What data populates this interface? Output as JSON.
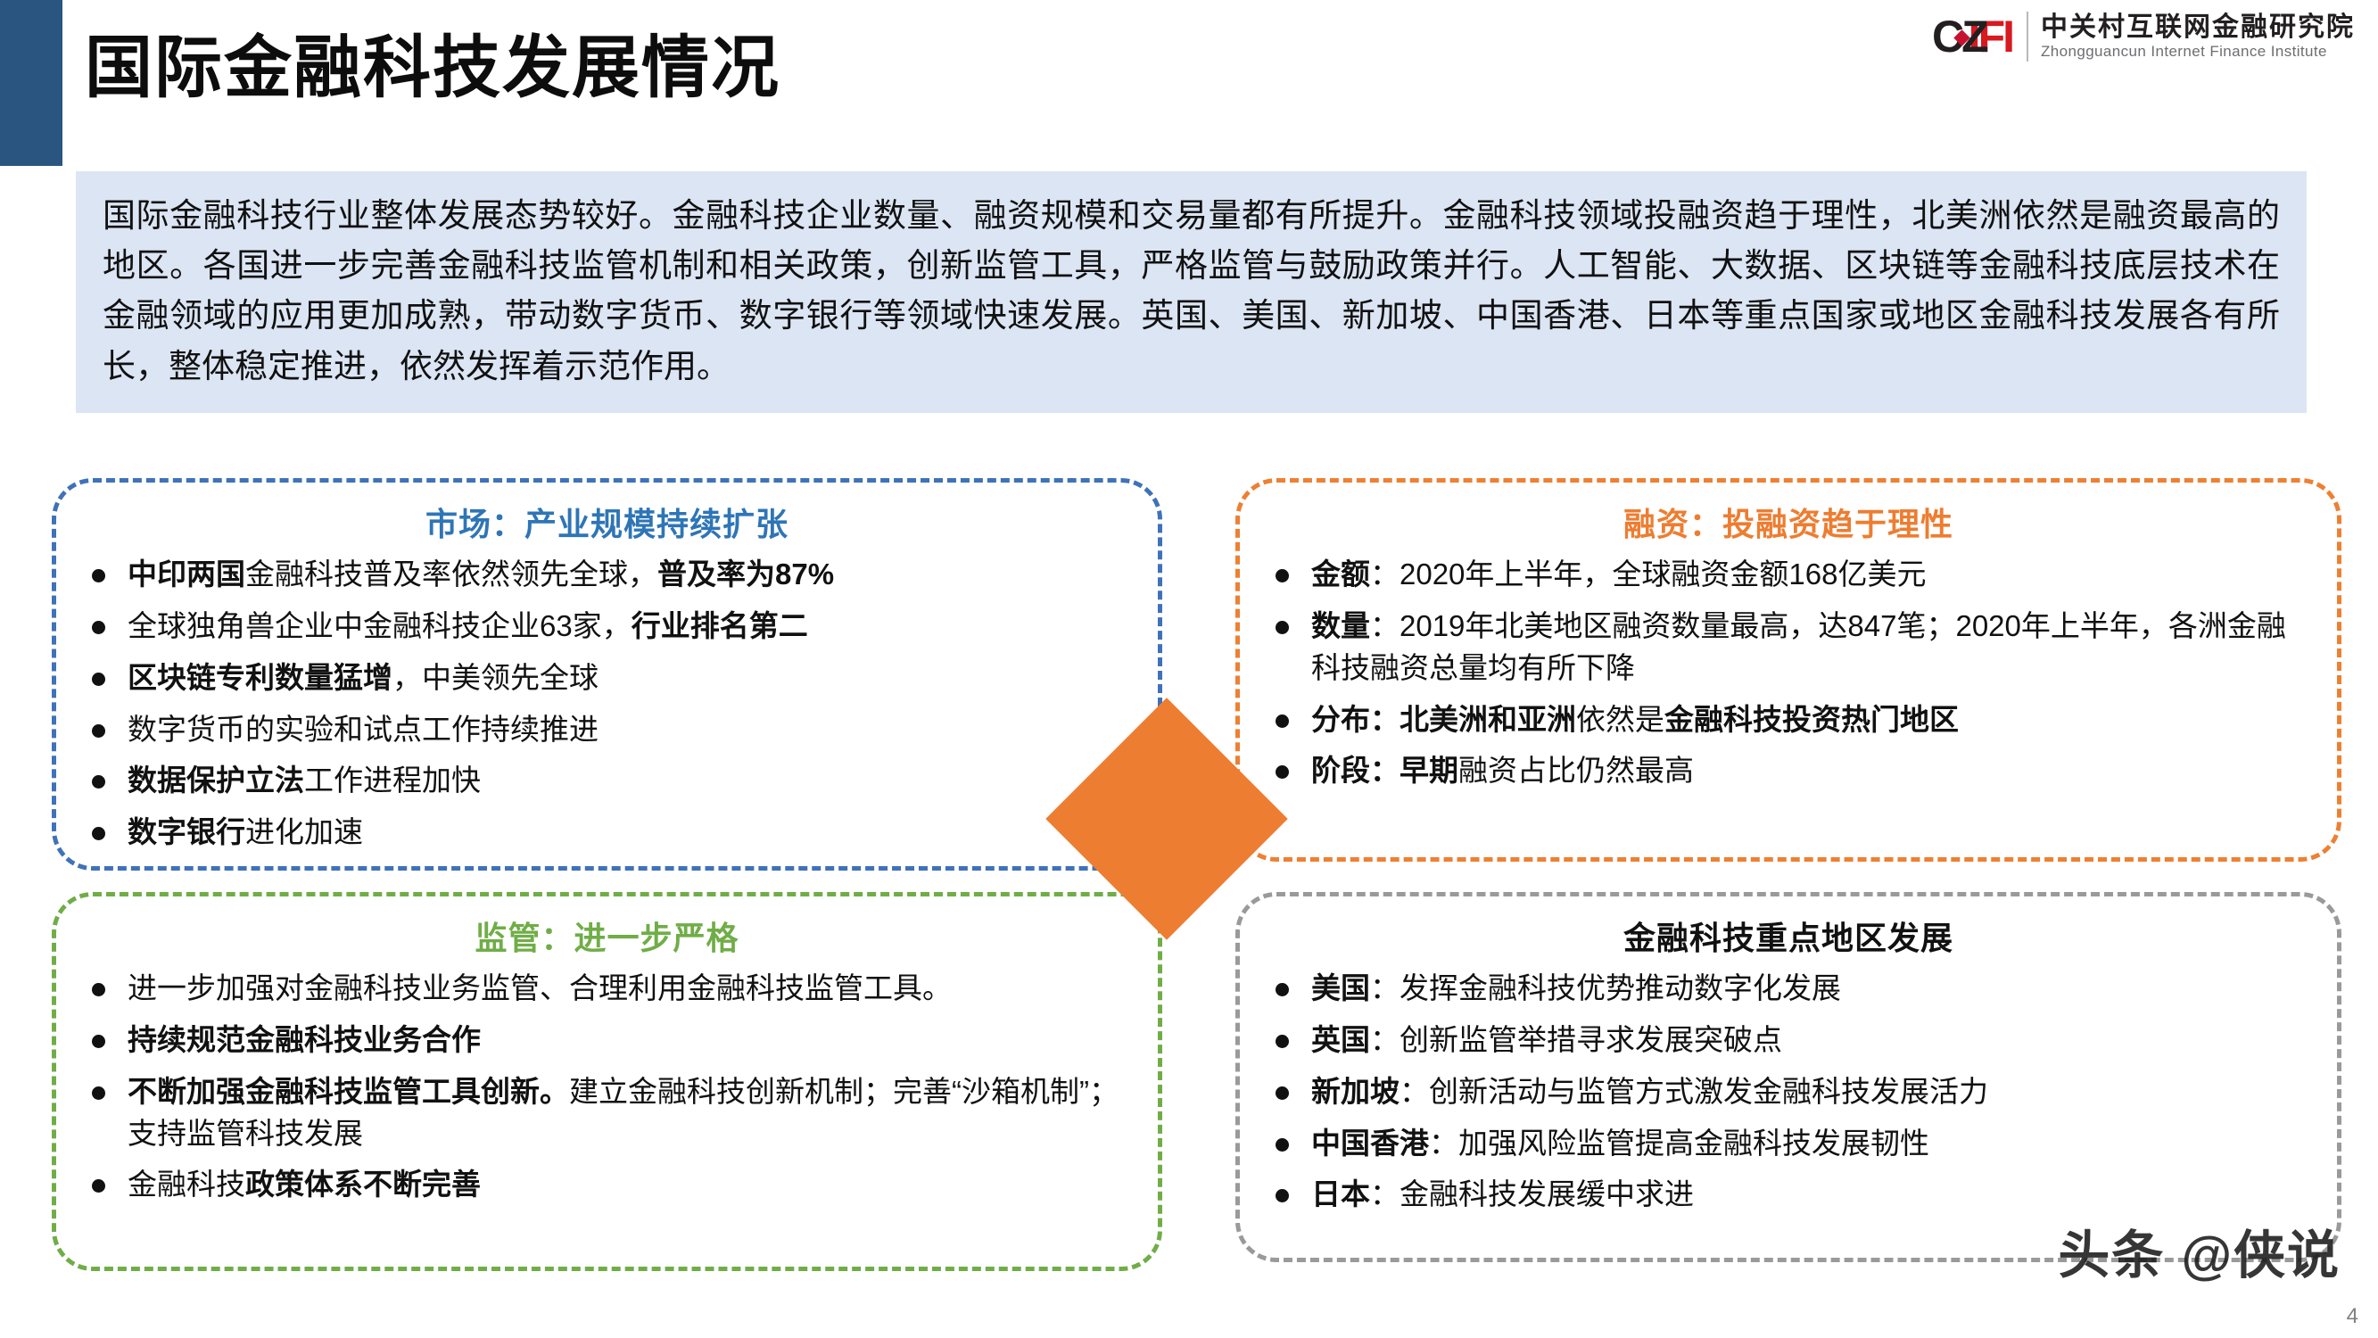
{
  "header": {
    "title": "国际金融科技发展情况",
    "accent_color": "#2a5580"
  },
  "logo": {
    "mark_cz": "CZ",
    "mark_ifi": "IFI",
    "chinese_name": "中关村互联网金融研究院",
    "english_name": "Zhongguancun Internet Finance Institute",
    "mark_dark_color": "#231f20",
    "mark_red_color": "#d71920"
  },
  "intro": {
    "text": "国际金融科技行业整体发展态势较好。金融科技企业数量、融资规模和交易量都有所提升。金融科技领域投融资趋于理性，北美洲依然是融资最高的地区。各国进一步完善金融科技监管机制和相关政策，创新监管工具，严格监管与鼓励政策并行。人工智能、大数据、区块链等金融科技底层技术在金融领域的应用更加成熟，带动数字货币、数字银行等领域快速发展。英国、美国、新加坡、中国香港、日本等重点国家或地区金融科技发展各有所长，整体稳定推进，依然发挥着示范作用。",
    "background_color": "#dce5f3"
  },
  "boxes": {
    "market": {
      "title": "市场：产业规模持续扩张",
      "accent_color": "#2e75b6",
      "bullets": [
        {
          "bold_lead": "中印两国",
          "normal": "金融科技普及率依然领先全球，",
          "bold_tail": "普及率为87%"
        },
        {
          "bold_lead": "",
          "normal": "全球独角兽企业中金融科技企业63家，",
          "bold_tail": "行业排名第二"
        },
        {
          "bold_lead": "区块链专利数量猛增",
          "normal": "，中美领先全球",
          "bold_tail": ""
        },
        {
          "bold_lead": "",
          "normal": "数字货币的实验和试点工作持续推进",
          "bold_tail": ""
        },
        {
          "bold_lead": "数据保护立法",
          "normal": "工作进程加快",
          "bold_tail": ""
        },
        {
          "bold_lead": "数字银行",
          "normal": "进化加速",
          "bold_tail": ""
        }
      ]
    },
    "financing": {
      "title": "融资：投融资趋于理性",
      "accent_color": "#ed7d31",
      "bullets": [
        {
          "bold_lead": "金额",
          "normal": "：2020年上半年，全球融资金额168亿美元",
          "bold_tail": ""
        },
        {
          "bold_lead": "数量",
          "normal": "：2019年北美地区融资数量最高，达847笔；2020年上半年，各洲金融科技融资总量均有所下降",
          "bold_tail": ""
        },
        {
          "bold_lead": "分布：北美洲和亚洲",
          "normal": "依然是",
          "bold_tail": "金融科技投资热门地区"
        },
        {
          "bold_lead": "阶段：早期",
          "normal": "融资占比仍然最高",
          "bold_tail": ""
        }
      ]
    },
    "regulation": {
      "title": "监管：进一步严格",
      "accent_color": "#70ad47",
      "bullets": [
        {
          "bold_lead": "",
          "normal": "进一步加强对金融科技业务监管、合理利用金融科技监管工具。",
          "bold_tail": ""
        },
        {
          "bold_lead": "持续规范金融科技业务合作",
          "normal": "",
          "bold_tail": ""
        },
        {
          "bold_lead": "不断加强金融科技监管工具创新。",
          "normal": "建立金融科技创新机制；完善“沙箱机制”；支持监管科技发展",
          "bold_tail": ""
        },
        {
          "bold_lead": "",
          "normal": "金融科技",
          "bold_tail": "政策体系不断完善"
        }
      ]
    },
    "regions": {
      "title": "金融科技重点地区发展",
      "accent_color": "#9a9a9a",
      "bullets": [
        {
          "bold_lead": "美国",
          "normal": "：发挥金融科技优势推动数字化发展",
          "bold_tail": ""
        },
        {
          "bold_lead": "英国",
          "normal": "：创新监管举措寻求发展突破点",
          "bold_tail": ""
        },
        {
          "bold_lead": "新加坡",
          "normal": "：创新活动与监管方式激发金融科技发展活力",
          "bold_tail": ""
        },
        {
          "bold_lead": "中国香港",
          "normal": "：加强风险监管提高金融科技发展韧性",
          "bold_tail": ""
        },
        {
          "bold_lead": "日本",
          "normal": "：金融科技发展缓中求进",
          "bold_tail": ""
        }
      ]
    }
  },
  "center_diamond": {
    "color": "#ed7d31"
  },
  "footer": {
    "watermark": "头条 @侠说",
    "page_number": "4"
  }
}
